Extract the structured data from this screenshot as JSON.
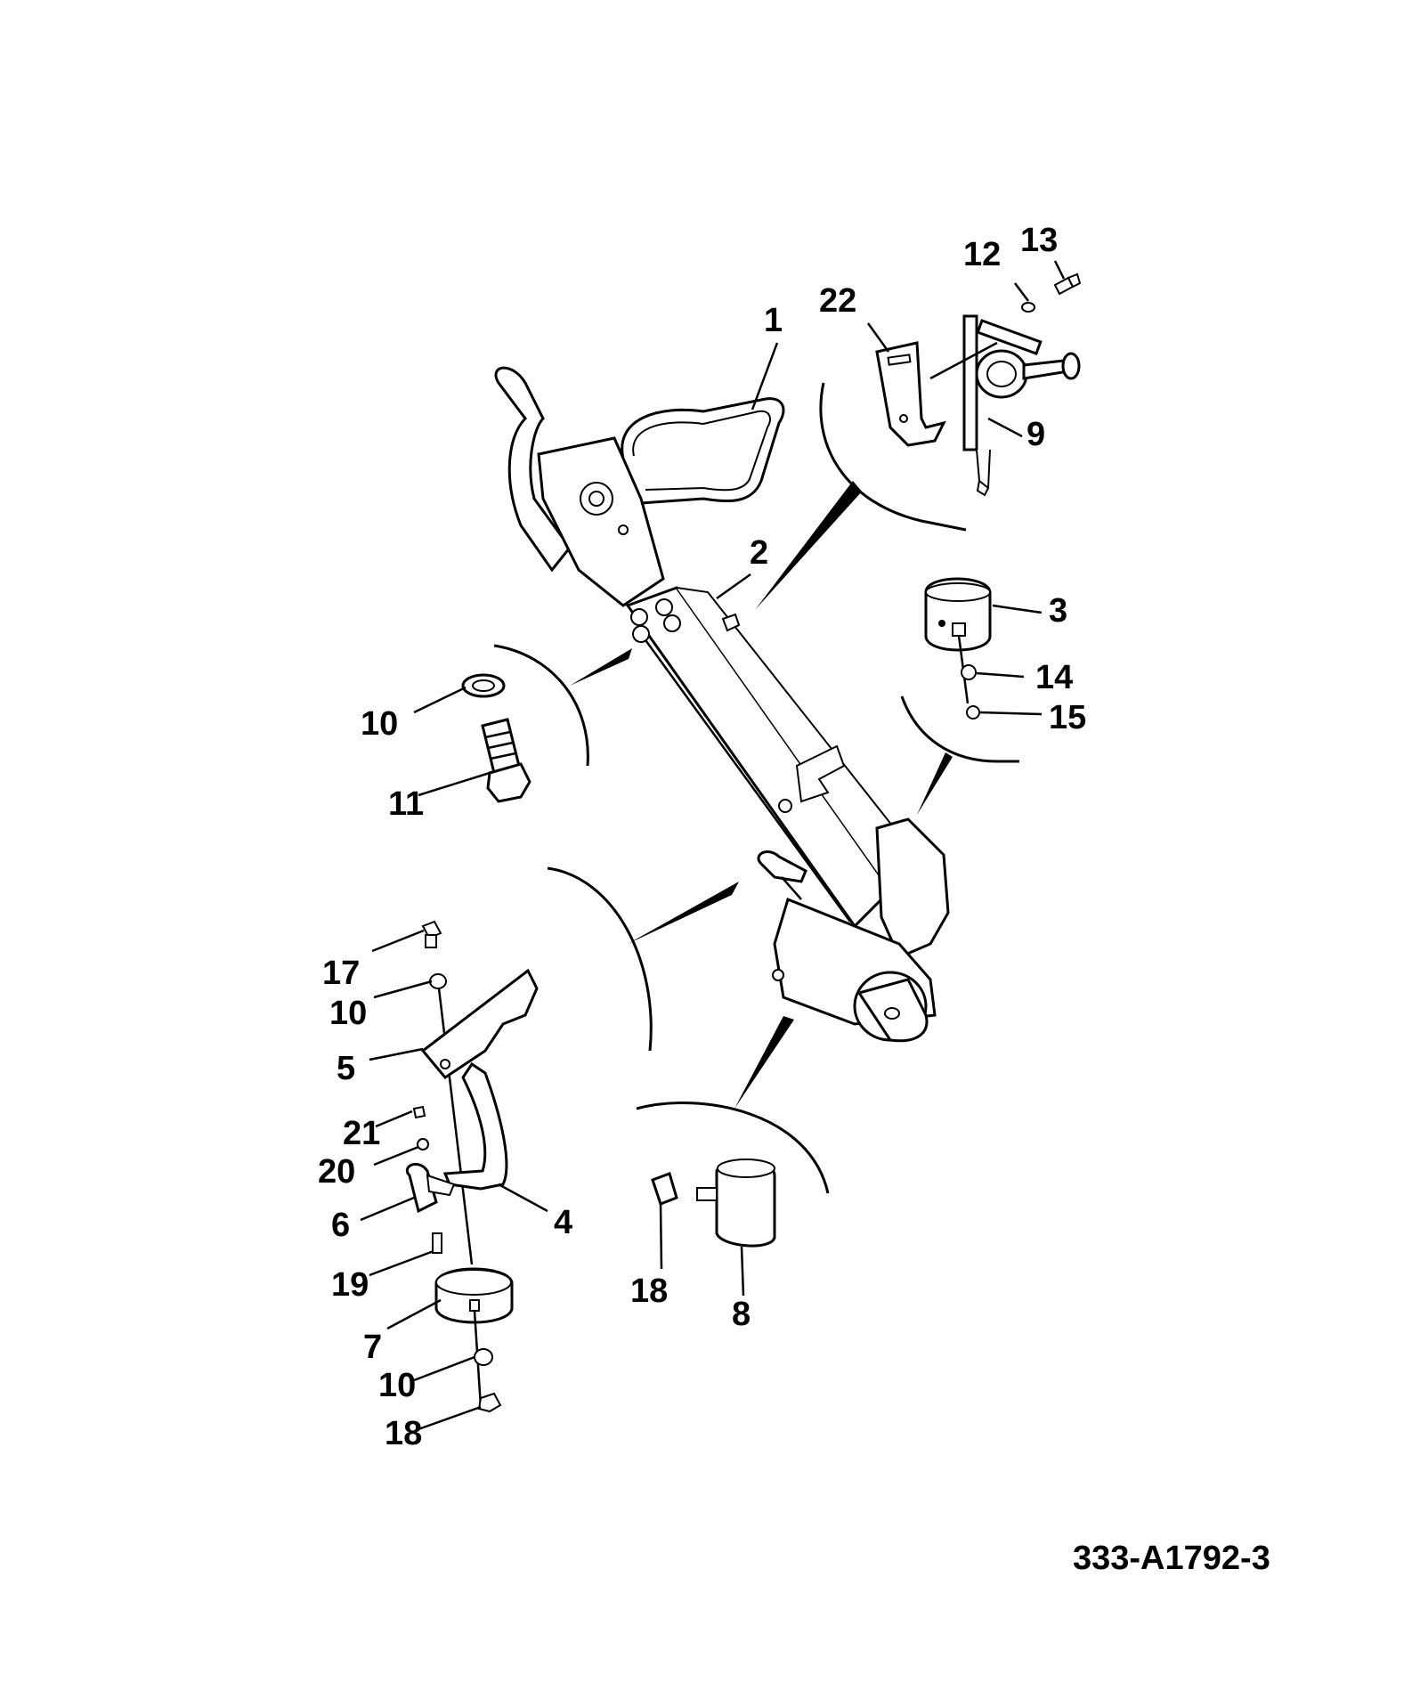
{
  "drawing_code": "333-A1792-3",
  "callouts": [
    {
      "id": "c1",
      "text": "1"
    },
    {
      "id": "c2",
      "text": "2"
    },
    {
      "id": "c3",
      "text": "3"
    },
    {
      "id": "c4",
      "text": "4"
    },
    {
      "id": "c5",
      "text": "5"
    },
    {
      "id": "c6",
      "text": "6"
    },
    {
      "id": "c7",
      "text": "7"
    },
    {
      "id": "c8",
      "text": "8"
    },
    {
      "id": "c9",
      "text": "9"
    },
    {
      "id": "c10a",
      "text": "10"
    },
    {
      "id": "c10b",
      "text": "10"
    },
    {
      "id": "c10c",
      "text": "10"
    },
    {
      "id": "c11",
      "text": "11"
    },
    {
      "id": "c12",
      "text": "12"
    },
    {
      "id": "c13",
      "text": "13"
    },
    {
      "id": "c14",
      "text": "14"
    },
    {
      "id": "c15",
      "text": "15"
    },
    {
      "id": "c17",
      "text": "17"
    },
    {
      "id": "c18a",
      "text": "18"
    },
    {
      "id": "c18b",
      "text": "18"
    },
    {
      "id": "c19",
      "text": "19"
    },
    {
      "id": "c20",
      "text": "20"
    },
    {
      "id": "c21",
      "text": "21"
    },
    {
      "id": "c22",
      "text": "22"
    }
  ]
}
